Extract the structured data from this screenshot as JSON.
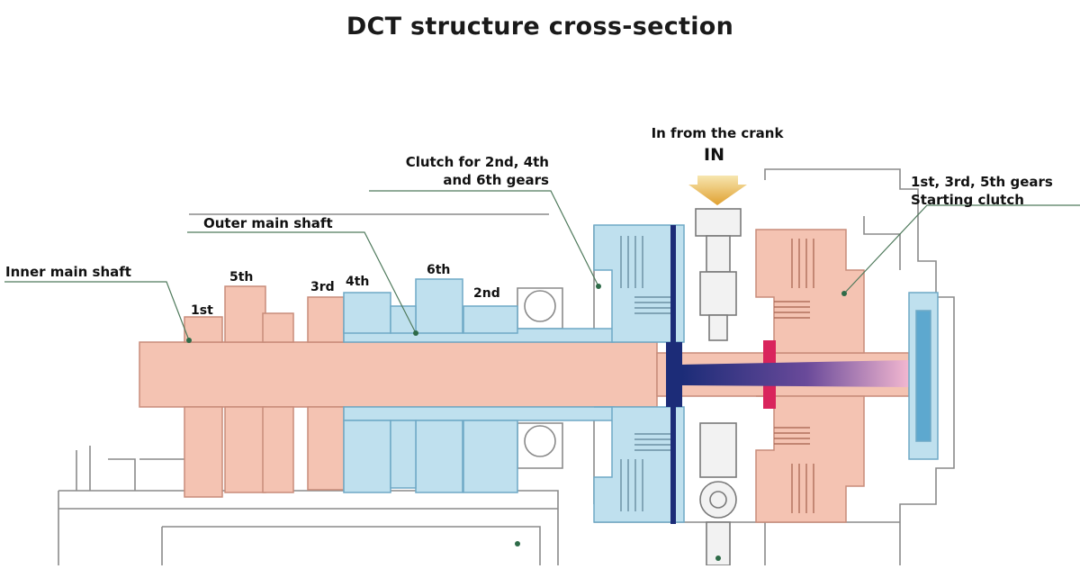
{
  "title": "DCT structure cross-section",
  "input": {
    "label": "In from the crank",
    "mark": "IN"
  },
  "labels": {
    "clutch_even": [
      "Clutch for 2nd, 4th",
      "and 6th gears"
    ],
    "clutch_odd": [
      "1st, 3rd, 5th gears",
      "Starting clutch"
    ],
    "outer_shaft": "Outer main shaft",
    "inner_shaft": "Inner main shaft"
  },
  "gears": {
    "first": "1st",
    "third": "3rd",
    "fifth": "5th",
    "second": "2nd",
    "fourth": "4th",
    "sixth": "6th"
  },
  "colors": {
    "odd_parts": "#f4c3b2",
    "odd_outline": "#c88c7a",
    "even_parts": "#bfe0ee",
    "even_outline": "#6fa9c6",
    "drive_plate": "#1c2c78",
    "clutch_hub": "#d9245c",
    "housing": "#8a8a8a",
    "leader": "#4f7a5c"
  }
}
